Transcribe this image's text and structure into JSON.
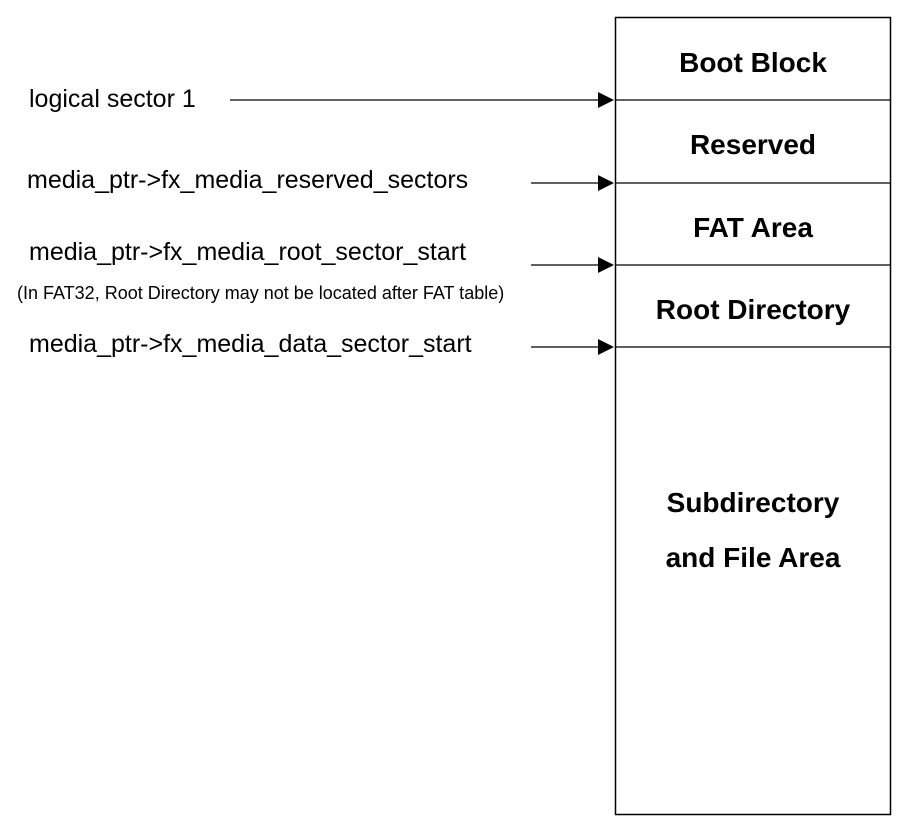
{
  "blocks": {
    "boot_block": "Boot Block",
    "reserved": "Reserved",
    "fat_area": "FAT Area",
    "root_directory": "Root Directory",
    "subdirectory_line1": "Subdirectory",
    "subdirectory_line2": "and File Area"
  },
  "pointers": {
    "logical_sector": "logical sector 1",
    "reserved_sectors": "media_ptr->fx_media_reserved_sectors",
    "root_sector_start": "media_ptr->fx_media_root_sector_start",
    "root_note": "(In FAT32, Root Directory may not be located after FAT table)",
    "data_sector_start": "media_ptr->fx_media_data_sector_start"
  },
  "colors": {
    "line": "#000000",
    "background": "#ffffff"
  }
}
